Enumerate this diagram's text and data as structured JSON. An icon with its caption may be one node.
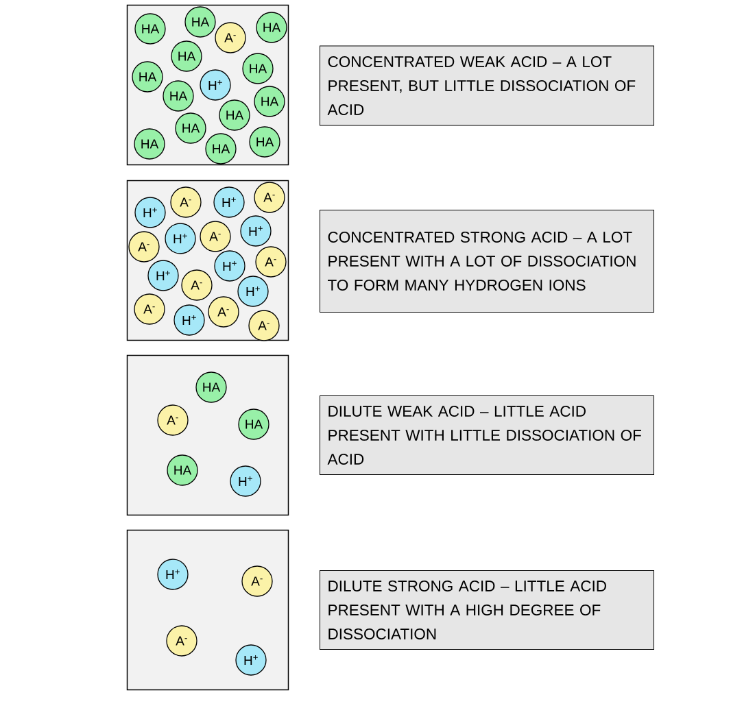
{
  "diagram": {
    "nodes": [
      {
        "text": [],
        "shape": "box"
      },
      {
        "text": [
          "HA"
        ],
        "in": 0
      },
      {
        "text": [
          "HA"
        ],
        "in": 0
      },
      {
        "text": [
          "A$^{-}$"
        ],
        "in": 0
      },
      {
        "text": [
          "HA"
        ],
        "in": 0
      },
      {
        "text": [
          "HA"
        ],
        "in": 0
      },
      {
        "text": [
          "HA"
        ],
        "in": 0
      },
      {
        "text": [
          "HA"
        ],
        "in": 0
      },
      {
        "text": [
          "H$^{+}$"
        ],
        "in": 0
      },
      {
        "text": [
          "HA"
        ],
        "in": 0
      },
      {
        "text": [
          "HA"
        ],
        "in": 0
      },
      {
        "text": [
          "HA"
        ],
        "in": 0
      },
      {
        "text": [
          "HA"
        ],
        "in": 0
      },
      {
        "text": [
          "HA"
        ],
        "in": 0
      },
      {
        "text": [
          "HA"
        ],
        "in": 0
      },
      {
        "text": [
          "HA"
        ],
        "in": 0
      },
      {
        "text": [
          "CONCENTRATED WEAK ACID – A LOT PRESENT, BUT LITTLE DISSOCIATION OF ACID"
        ]
      },
      {
        "text": [],
        "shape": "box"
      },
      {
        "text": [
          "H$^{+}$"
        ],
        "in": 17
      },
      {
        "text": [
          "A$^{-}$"
        ],
        "in": 17
      },
      {
        "text": [
          "H$^{+}$"
        ],
        "in": 17
      },
      {
        "text": [
          "A$^{-}$"
        ],
        "in": 17
      },
      {
        "text": [
          "H$^{+}$"
        ],
        "in": 17
      },
      {
        "text": [
          "A$^{-}$"
        ],
        "in": 17
      },
      {
        "text": [
          "H$^{+}$"
        ],
        "in": 17
      },
      {
        "text": [
          "A$^{-}$"
        ],
        "in": 17
      },
      {
        "text": [
          "H$^{+}$"
        ],
        "in": 17
      },
      {
        "text": [
          "A$^{-}$"
        ],
        "in": 17
      },
      {
        "text": [
          "H$^{+}$"
        ],
        "in": 17
      },
      {
        "text": [
          "A$^{-}$"
        ],
        "in": 17
      },
      {
        "text": [
          "A$^{-}$"
        ],
        "in": 17
      },
      {
        "text": [
          "H$^{+}$"
        ],
        "in": 17
      },
      {
        "text": [
          "H$^{+}$"
        ],
        "in": 17
      },
      {
        "text": [
          "A$^{-}$"
        ],
        "in": 17
      },
      {
        "text": [
          "A$^{-}$"
        ],
        "in": 17
      },
      {
        "text": [
          "CONCENTRATED STRONG ACID – A LOT PRESENT WITH A LOT OF DISSOCIATION TO FORM MANY HYDROGEN IONS"
        ]
      },
      {
        "text": [],
        "shape": "box"
      },
      {
        "text": [
          "HA"
        ],
        "in": 36
      },
      {
        "text": [
          "A$^{-}$"
        ],
        "in": 36
      },
      {
        "text": [
          "HA"
        ],
        "in": 36
      },
      {
        "text": [
          "HA"
        ],
        "in": 36
      },
      {
        "text": [
          "H$^{+}$"
        ],
        "in": 36
      },
      {
        "text": [
          "DILUTE WEAK ACID – LITTLE ACID PRESENT WITH LITTLE DISSOCIATION OF ACID"
        ]
      },
      {
        "text": [],
        "shape": "box"
      },
      {
        "text": [
          "H$^{+}$"
        ],
        "in": 43
      },
      {
        "text": [
          "A$^{-}$"
        ],
        "in": 43
      },
      {
        "text": [
          "A$^{-}$"
        ],
        "in": 43
      },
      {
        "text": [
          "H$^{+}$"
        ],
        "in": 43
      },
      {
        "text": [
          "DILUTE STRONG ACID – LITTLE ACID PRESENT WITH A HIGH DEGREE OF DISSOCIATION"
        ]
      }
    ]
  }
}
